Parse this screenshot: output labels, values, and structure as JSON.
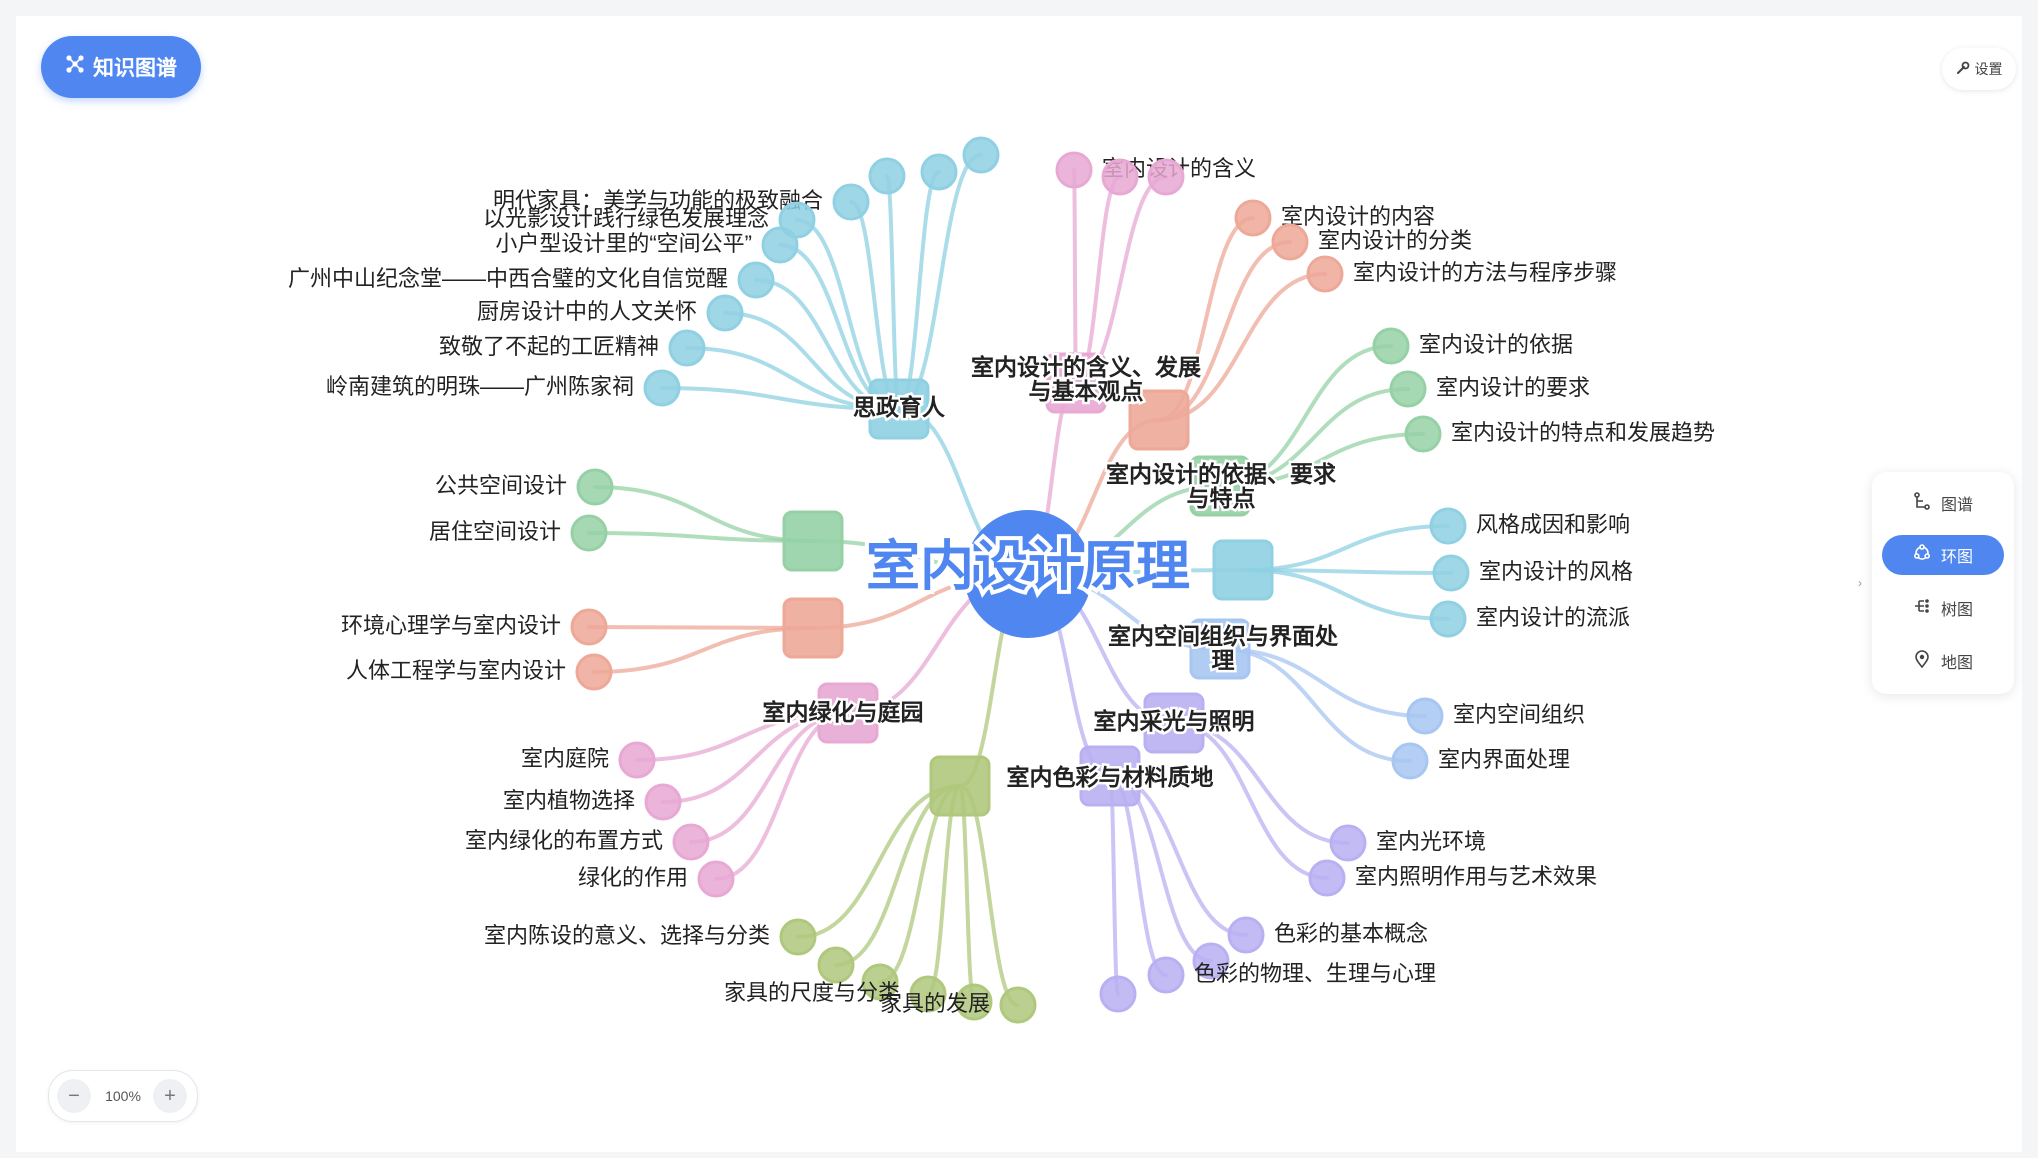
{
  "header": {
    "title": "知识图谱",
    "icon": "graph-network-icon"
  },
  "settings": {
    "label": "设置",
    "icon": "wrench-icon"
  },
  "views": {
    "items": [
      {
        "label": "图谱",
        "icon": "graph-view-icon",
        "active": false
      },
      {
        "label": "环图",
        "icon": "ring-view-icon",
        "active": true
      },
      {
        "label": "树图",
        "icon": "tree-view-icon",
        "active": false
      },
      {
        "label": "地图",
        "icon": "map-pin-icon",
        "active": false
      }
    ]
  },
  "zoom": {
    "level": "100%",
    "minus": "−",
    "plus": "+"
  },
  "mindmap": {
    "root": "室内设计原理",
    "colors": {
      "teal": "#8fd0e3",
      "pink": "#e8a8d4",
      "salmon": "#eda898",
      "green": "#96d1a6",
      "blue": "#a8c6f2",
      "purple": "#b9b0f2",
      "olive": "#afc87c",
      "root": "#4f86f0"
    },
    "branches": [
      {
        "label": "思政育人",
        "color": "teal",
        "children": [
          "明代家具：美学与功能的极致融合",
          "以光影设计践行绿色发展理念",
          "小户型设计里的“空间公平”",
          "广州中山纪念堂——中西合璧的文化自信觉醒",
          "厨房设计中的人文关怀",
          "致敬了不起的工匠精神",
          "岭南建筑的明珠——广州陈家祠"
        ]
      },
      {
        "label": "室内设计的含义、发展与基本观点",
        "color": "pink",
        "children": [
          "室内设计的含义"
        ]
      },
      {
        "label": "",
        "color": "salmon",
        "children": [
          "室内设计的内容",
          "室内设计的分类",
          "室内设计的方法与程序步骤"
        ]
      },
      {
        "label": "室内设计的依据、要求与特点",
        "color": "green",
        "children": [
          "室内设计的依据",
          "室内设计的要求",
          "室内设计的特点和发展趋势"
        ]
      },
      {
        "label": "",
        "color": "teal",
        "children": [
          "风格成因和影响",
          "室内设计的风格",
          "室内设计的流派"
        ]
      },
      {
        "label": "室内空间组织与界面处理",
        "color": "blue",
        "children": [
          "室内空间组织",
          "室内界面处理"
        ]
      },
      {
        "label": "室内采光与照明",
        "color": "purple",
        "children": [
          "室内光环境",
          "室内照明作用与艺术效果"
        ]
      },
      {
        "label": "室内色彩与材料质地",
        "color": "purple",
        "children": [
          "色彩的基本概念",
          "色彩的物理、生理与心理"
        ]
      },
      {
        "label": "",
        "color": "olive",
        "children": [
          "室内陈设的意义、选择与分类",
          "家具的尺度与分类",
          "家具的发展"
        ]
      },
      {
        "label": "室内绿化与庭园",
        "color": "pink",
        "children": [
          "室内庭院",
          "室内植物选择",
          "室内绿化的布置方式",
          "绿化的作用"
        ]
      },
      {
        "label": "",
        "color": "green",
        "children": [
          "公共空间设计",
          "居住空间设计"
        ]
      },
      {
        "label": "",
        "color": "salmon",
        "children": [
          "环境心理学与室内设计",
          "人体工程学与室内设计"
        ]
      }
    ]
  }
}
